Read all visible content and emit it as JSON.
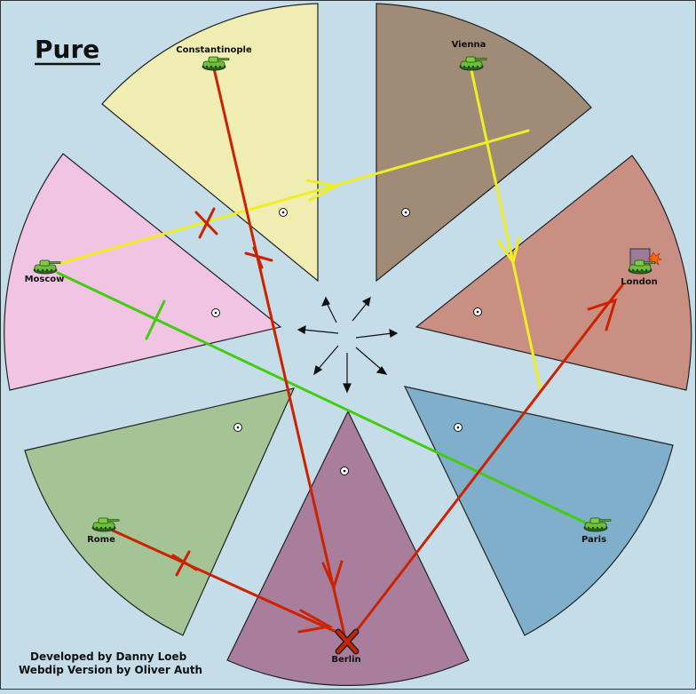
{
  "map": {
    "title": "Pure",
    "credits": {
      "line1": "Developed by Danny Loeb",
      "line2": "Webdip Version by Oliver Auth"
    },
    "territories": {
      "constantinople": {
        "label": "Constantinople",
        "color": "#efedb1"
      },
      "vienna": {
        "label": "Vienna",
        "color": "#a08b77"
      },
      "london": {
        "label": "London",
        "color": "#c98f82"
      },
      "paris": {
        "label": "Paris",
        "color": "#7fafca"
      },
      "berlin": {
        "label": "Berlin",
        "color": "#a87e9c"
      },
      "rome": {
        "label": "Rome",
        "color": "#a4c495"
      },
      "moscow": {
        "label": "Moscow",
        "color": "#f0c4e2"
      }
    },
    "unit_icon": "tank-icon",
    "order_colors": {
      "failed": "#cc2200",
      "support": "#eeee22",
      "hold_support": "#44cc11"
    }
  }
}
